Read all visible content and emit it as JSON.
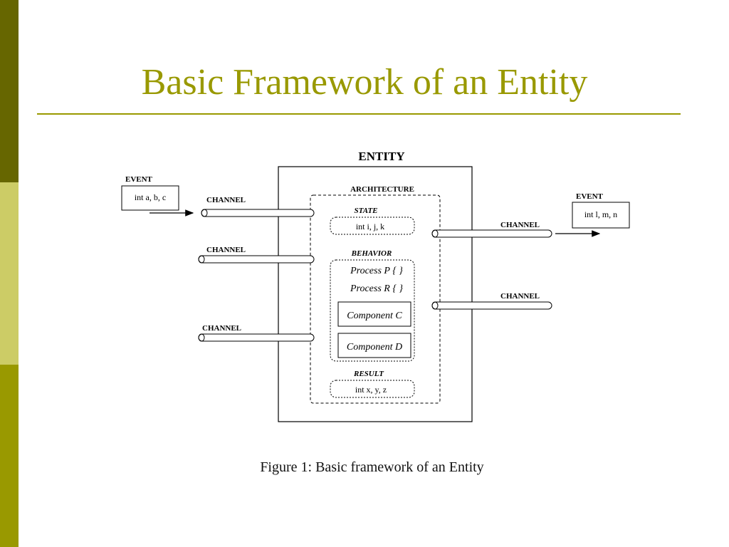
{
  "slide": {
    "title": "Basic Framework of an Entity",
    "caption": "Figure 1: Basic framework of an Entity"
  },
  "theme": {
    "accent_dark": "#666600",
    "accent_light": "#cccc66",
    "accent_mid": "#999900",
    "title_color": "#999900",
    "rule_color": "#999900",
    "ink": "#000000"
  },
  "diagram": {
    "entity_label": "ENTITY",
    "architecture_label": "ARCHITECTURE",
    "state_label": "STATE",
    "state_vars": "int i, j, k",
    "behavior_label": "BEHAVIOR",
    "process_p": "Process P { }",
    "process_r": "Process R { }",
    "component_c": "Component C",
    "component_d": "Component D",
    "result_label": "RESULT",
    "result_vars": "int x, y, z",
    "event_in_label": "EVENT",
    "event_in_vars": "int a, b, c",
    "event_out_label": "EVENT",
    "event_out_vars": "int l, m, n",
    "channel_label": "CHANNEL"
  }
}
